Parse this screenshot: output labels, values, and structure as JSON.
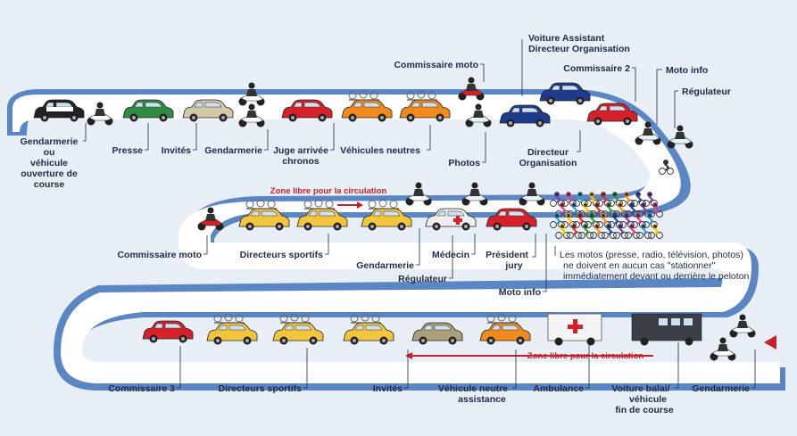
{
  "labels": {
    "gendarmerie_top": [
      "Gendarmerie",
      "ou",
      "véhicule",
      "ouverture de",
      "course"
    ],
    "presse": "Presse",
    "invites_top": "Invités",
    "gendarmerie_top2": "Gendarmerie",
    "juge_arrivee": [
      "Juge arrivée",
      "chronos"
    ],
    "vehicules_neutres": "Véhicules neutres",
    "commissaire_moto_top": "Commissaire moto",
    "voiture_assistant": [
      "Voiture Assistant",
      "Directeur Organisation"
    ],
    "commissaire_2": "Commissaire 2",
    "moto_info_top": "Moto info",
    "regulateur_top": "Régulateur",
    "photos": "Photos",
    "directeur_organisation": [
      "Directeur",
      "Organisation"
    ],
    "zone_libre_mid": "Zone libre pour la circulation",
    "commissaire_moto_mid": "Commissaire moto",
    "directeurs_sportifs_mid": "Directeurs sportifs",
    "gendarmerie_mid": "Gendarmerie",
    "medecin": "Médecin",
    "president_jury": [
      "Président",
      "jury"
    ],
    "regulateur_mid": "Régulateur",
    "moto_info_mid": "Moto info",
    "note": [
      "Les motos (presse, radio, télévision, photos)",
      "ne doivent en aucun cas \"stationner\"",
      "immédiatement devant ou derrière le peloton"
    ],
    "commissaire_3": "Commissaire 3",
    "directeurs_sportifs_bot": "Directeurs sportifs",
    "invites_bot": "Invités",
    "vehicule_neutre": [
      "Véhicule neutre",
      "assistance"
    ],
    "zone_libre_bot": "Zone libre pour la circulation",
    "ambulance": "Ambulance",
    "voiture_balai": [
      "Voiture balai/",
      "véhicule",
      "fin de course"
    ],
    "gendarmerie_bot": "Gendarmerie"
  },
  "colors": {
    "road": "#ffffff",
    "road_edge": "#5b86c4",
    "label": "#1f2a44",
    "zone_arrow": "#c8202a"
  }
}
